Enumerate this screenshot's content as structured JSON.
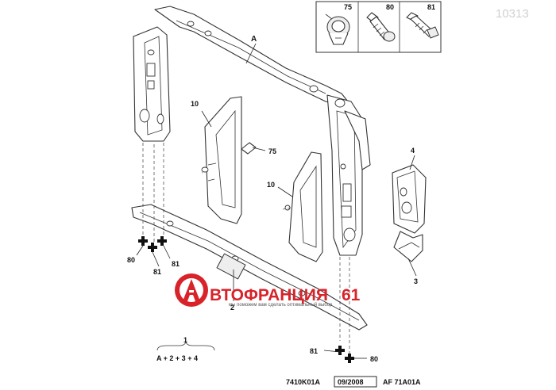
{
  "corner_id": "10313",
  "inset": {
    "labels": [
      "75",
      "80",
      "81"
    ]
  },
  "callouts": {
    "A": "A",
    "p10_left": "10",
    "p10_right": "10",
    "p75": "75",
    "p4": "4",
    "p3": "3",
    "p2": "2",
    "p80_left": "80",
    "p81_left_top": "81",
    "p81_left_bottom": "81",
    "p81_bottom": "81",
    "p80_bottom": "80"
  },
  "formula": {
    "number": "1",
    "expression": "A + 2 + 3 + 4"
  },
  "watermark": {
    "brand": "ВТОФРАНЦИЯ",
    "number": "61",
    "tagline": "мы поможем вам сделать оптимальный выбор"
  },
  "footer": {
    "ref1": "7410K01A",
    "date": "09/2008",
    "ref2": "AF 71A01A"
  },
  "colors": {
    "watermark_red": "#d8232a",
    "line": "#333333"
  }
}
